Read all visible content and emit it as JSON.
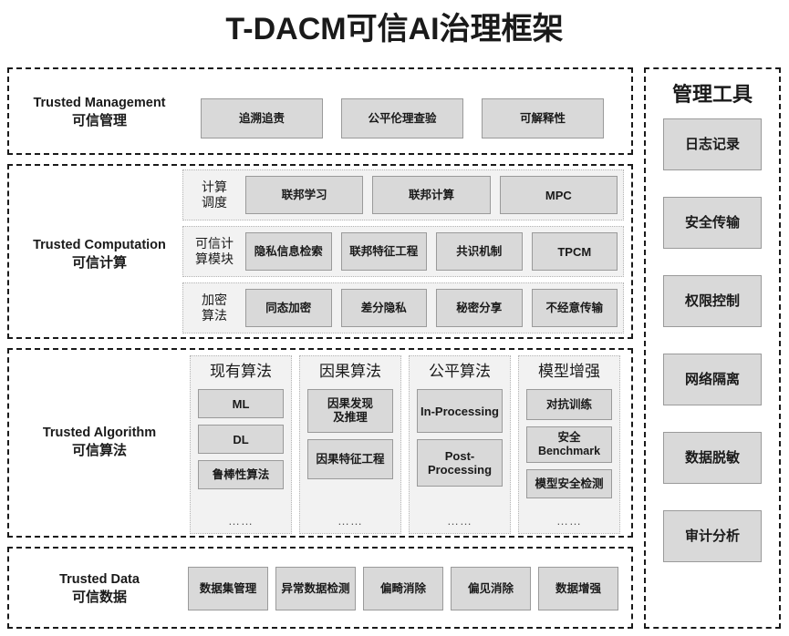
{
  "title": "T-DACM可信AI治理框架",
  "sections": {
    "management": {
      "label_en": "Trusted Management",
      "label_cn": "可信管理",
      "items": [
        "追溯追责",
        "公平伦理查验",
        "可解释性"
      ]
    },
    "computation": {
      "label_en": "Trusted Computation",
      "label_cn": "可信计算",
      "rows": [
        {
          "row_label": "计算\n调度",
          "row_label_l1": "计算",
          "row_label_l2": "调度",
          "items": [
            "联邦学习",
            "联邦计算",
            "MPC"
          ]
        },
        {
          "row_label_l1": "可信计",
          "row_label_l2": "算模块",
          "items": [
            "隐私信息检索",
            "联邦特征工程",
            "共识机制",
            "TPCM"
          ]
        },
        {
          "row_label_l1": "加密",
          "row_label_l2": "算法",
          "items": [
            "同态加密",
            "差分隐私",
            "秘密分享",
            "不经意传输"
          ]
        }
      ]
    },
    "algorithm": {
      "label_en": "Trusted Algorithm",
      "label_cn": "可信算法",
      "columns": [
        {
          "title": "现有算法",
          "items": [
            "ML",
            "DL",
            "鲁棒性算法"
          ],
          "more": "……"
        },
        {
          "title": "因果算法",
          "items": [
            "因果发现\n及推理",
            "因果特征工程"
          ],
          "more": "……"
        },
        {
          "title": "公平算法",
          "items": [
            "In-Processing",
            "Post-\nProcessing"
          ],
          "more": "……"
        },
        {
          "title": "模型增强",
          "items": [
            "对抗训练",
            "安全\nBenchmark",
            "模型安全检测"
          ],
          "more": "……"
        }
      ]
    },
    "data": {
      "label_en": "Trusted Data",
      "label_cn": "可信数据",
      "items": [
        "数据集管理",
        "异常数据检测",
        "偏畸消除",
        "偏见消除",
        "数据增强"
      ]
    },
    "tools": {
      "title": "管理工具",
      "items": [
        "日志记录",
        "安全传输",
        "权限控制",
        "网络隔离",
        "数据脱敏",
        "审计分析"
      ]
    }
  },
  "colors": {
    "node_fill": "#d9d9d9",
    "node_border": "#9a9a9a",
    "panel_fill": "#f2f2f2",
    "panel_border": "#b5b5b5",
    "section_border": "#1a1a1a",
    "text": "#1a1a1a",
    "background": "#ffffff"
  }
}
